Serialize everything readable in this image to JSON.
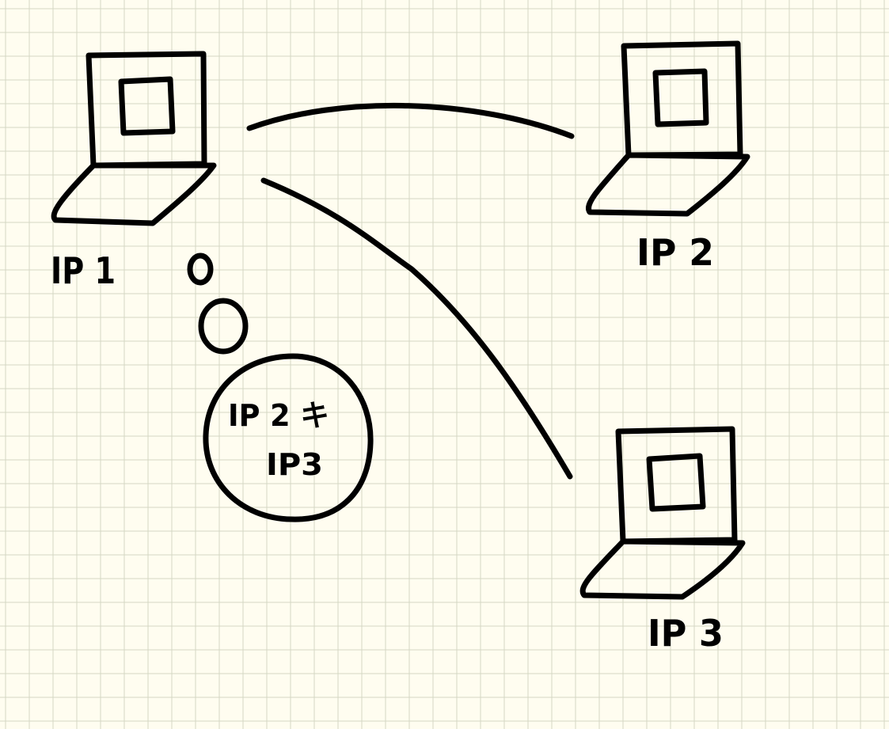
{
  "colors": {
    "paper": "#fffdf0",
    "grid": "#d4d8c4",
    "ink": "#000000"
  },
  "nodes": {
    "ip1": {
      "label": "IP 1",
      "icon": "laptop-icon"
    },
    "ip2": {
      "label": "IP 2",
      "icon": "laptop-icon"
    },
    "ip3": {
      "label": "IP 3",
      "icon": "laptop-icon"
    }
  },
  "thought_bubble": {
    "line1": "IP 2 キ",
    "line2": "IP3"
  }
}
